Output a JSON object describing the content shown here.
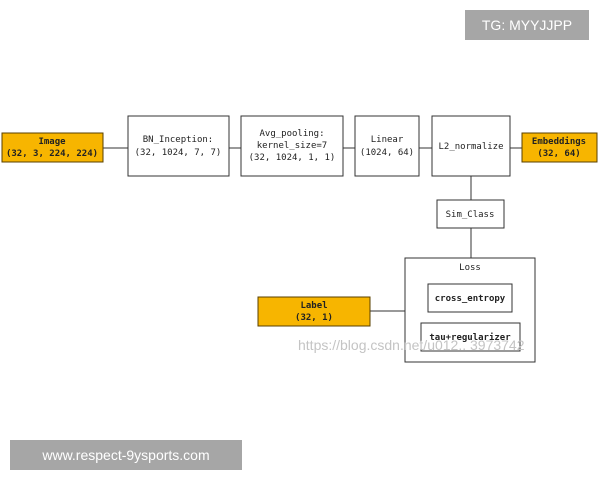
{
  "colors": {
    "io_fill": "#f7b500",
    "io_stroke": "#5a4000",
    "node_fill": "#ffffff",
    "node_stroke": "#333333",
    "edge": "#333333"
  },
  "nodes": {
    "image": {
      "line1": "Image",
      "line2": "(32, 3, 224, 224)"
    },
    "bn_inception": {
      "line1": "BN_Inception:",
      "line2": "(32, 1024, 7, 7)"
    },
    "avg_pooling": {
      "line1": "Avg_pooling:",
      "line2": "kernel_size=7",
      "line3": "(32, 1024, 1, 1)"
    },
    "linear": {
      "line1": "Linear",
      "line2": "(1024, 64)"
    },
    "l2_normalize": {
      "line1": "L2_normalize"
    },
    "embeddings": {
      "line1": "Embeddings",
      "line2": "(32, 64)"
    },
    "sim_class": {
      "line1": "Sim_Class"
    },
    "loss": {
      "title": "Loss"
    },
    "cross_entropy": {
      "line1": "cross_entropy"
    },
    "tau_regularizer": {
      "line1": "tau+regularizer"
    },
    "label": {
      "line1": "Label",
      "line2": "(32, 1)"
    }
  },
  "overlays": {
    "tag": "TG: MYYJJPP",
    "url": "www.respect-9ysports.com",
    "faint": "https://blog.csdn.net/u012.. 3973742"
  }
}
